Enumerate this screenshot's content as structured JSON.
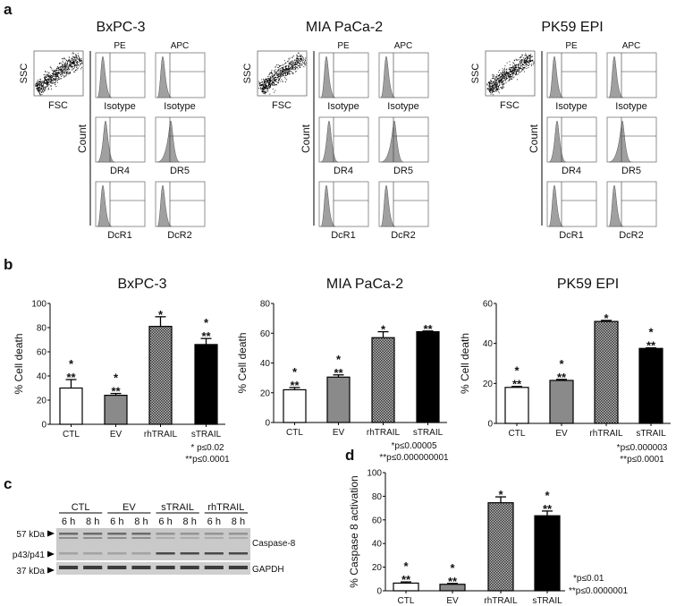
{
  "panel_labels": [
    "a",
    "b",
    "c",
    "d"
  ],
  "panel_a": {
    "cell_lines": [
      "BxPC-3",
      "MIA PaCa-2",
      "PK59 EPI"
    ],
    "scatter_axes": {
      "y": "SSC",
      "x": "FSC"
    },
    "column_headers": [
      "PE",
      "APC"
    ],
    "count_label": "Count",
    "histogram_labels": [
      [
        "Isotype",
        "Isotype"
      ],
      [
        "DR4",
        "DR5"
      ],
      [
        "DcR1",
        "DcR2"
      ]
    ],
    "histogram_color": "#a0a0a0"
  },
  "chart_data": [
    {
      "type": "bar",
      "panel": "b",
      "title": "BxPC-3",
      "ylabel": "% Cell death",
      "ylim": [
        0,
        100
      ],
      "yticks": [
        0,
        20,
        40,
        60,
        80,
        100
      ],
      "categories": [
        "CTL",
        "EV",
        "rhTRAIL",
        "sTRAIL"
      ],
      "values": [
        30,
        24,
        81,
        66
      ],
      "errors": [
        7,
        1.5,
        8,
        5
      ],
      "stars": [
        [
          "*",
          "**"
        ],
        [
          "*",
          "**"
        ],
        [
          "*"
        ],
        [
          "*",
          "**"
        ]
      ],
      "pvalues": [
        "* p≤0.02",
        "**p≤0.0001"
      ]
    },
    {
      "type": "bar",
      "panel": "b",
      "title": "MIA PaCa-2",
      "ylabel": "% Cell death",
      "ylim": [
        0,
        80
      ],
      "yticks": [
        0,
        20,
        40,
        60,
        80
      ],
      "categories": [
        "CTL",
        "EV",
        "rhTRAIL",
        "sTRAIL"
      ],
      "values": [
        22,
        30.5,
        57,
        61
      ],
      "errors": [
        1.5,
        1.5,
        4,
        0.5
      ],
      "stars": [
        [
          "*",
          "**"
        ],
        [
          "*",
          "**"
        ],
        [
          "*"
        ],
        [
          "**"
        ]
      ],
      "pvalues": [
        "*p≤0.00005",
        "**p≤0.000000001"
      ]
    },
    {
      "type": "bar",
      "panel": "b",
      "title": "PK59 EPI",
      "ylabel": "% Cell death",
      "ylim": [
        0,
        60
      ],
      "yticks": [
        0,
        20,
        40,
        60
      ],
      "categories": [
        "CTL",
        "EV",
        "rhTRAIL",
        "sTRAIL"
      ],
      "values": [
        18,
        21.5,
        51,
        37.5
      ],
      "errors": [
        0.5,
        0.5,
        0.5,
        0.3
      ],
      "stars": [
        [
          "*",
          "**"
        ],
        [
          "*",
          "**"
        ],
        [
          "*"
        ],
        [
          "*",
          "**"
        ]
      ],
      "pvalues": [
        "*p≤0.000003",
        "**p≤0.0001"
      ]
    },
    {
      "type": "bar",
      "panel": "d",
      "title": "",
      "ylabel": "% Caspase 8 activation",
      "ylim": [
        0,
        100
      ],
      "yticks": [
        0,
        20,
        40,
        60,
        80,
        100
      ],
      "categories": [
        "CTL",
        "EV",
        "rhTRAIL",
        "sTRAIL"
      ],
      "values": [
        6.5,
        5.5,
        74.5,
        63.5
      ],
      "errors": [
        1,
        0.7,
        5,
        4
      ],
      "stars": [
        [
          "*",
          "**"
        ],
        [
          "*",
          "**"
        ],
        [
          "*"
        ],
        [
          "*",
          "**"
        ]
      ],
      "pvalues": [
        "*p≤0.01",
        "**p≤0.0000001"
      ]
    }
  ],
  "bar_styles": {
    "CTL": "#ffffff",
    "EV": "#8a8a8a",
    "rhTRAIL": "hatched",
    "sTRAIL": "#000000"
  },
  "western_blot": {
    "groups": [
      "CTL",
      "EV",
      "sTRAIL",
      "rhTRAIL"
    ],
    "timepoints": [
      "6 h",
      "8 h"
    ],
    "markers": [
      "57 kDa",
      "p43/p41",
      "37 kDa"
    ],
    "bands": [
      "Caspase-8",
      "GAPDH"
    ]
  }
}
